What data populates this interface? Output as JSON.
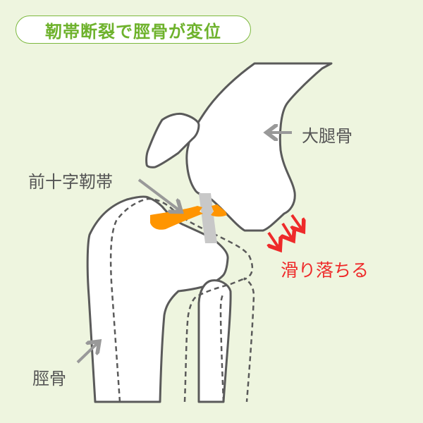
{
  "title": "靭帯断裂で脛骨が変位",
  "labels": {
    "femur": "大腿骨",
    "acl": "前十字靭帯",
    "tibia": "脛骨",
    "slide": "滑り落ちる"
  },
  "colors": {
    "background": "#eef5df",
    "title_green": "#6eb22c",
    "bone_outline": "#5a5a5a",
    "ligament_orange": "#ff9500",
    "arrow_gray": "#999999",
    "arrow_red": "#ee2a2a"
  }
}
